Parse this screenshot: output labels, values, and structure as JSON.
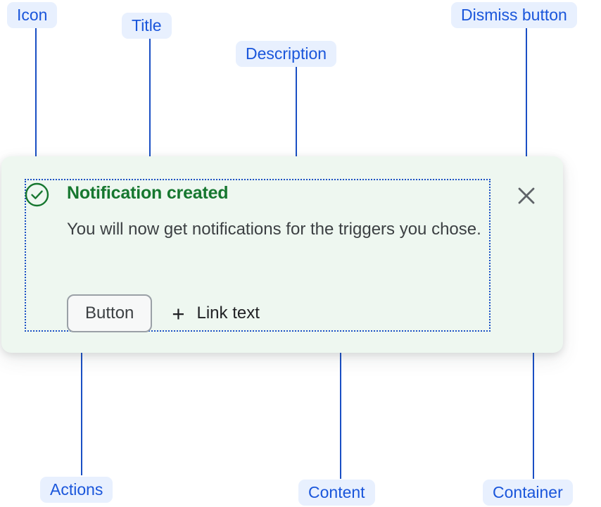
{
  "annotations": [
    {
      "key": "icon",
      "label": "Icon"
    },
    {
      "key": "title",
      "label": "Title"
    },
    {
      "key": "desc",
      "label": "Description"
    },
    {
      "key": "dismiss",
      "label": "Dismiss button"
    },
    {
      "key": "actions",
      "label": "Actions"
    },
    {
      "key": "content",
      "label": "Content"
    },
    {
      "key": "container",
      "label": "Container"
    }
  ],
  "notification": {
    "status_icon": "check-circle-icon",
    "title": "Notification created",
    "description": "You will now get notifications for the triggers you chose.",
    "button_label": "Button",
    "link_icon": "plus-icon",
    "link_label": "Link text",
    "dismiss_icon": "close-icon"
  },
  "colors": {
    "annotation_chip_bg": "#e8f0fe",
    "annotation_text": "#1a56db",
    "leader_line": "#1a4fc4",
    "card_bg": "#eef7f0",
    "title_green": "#16772f",
    "body_text": "#3c4043",
    "button_border": "#9aa0a6",
    "button_bg": "#f7f8f8",
    "dismiss_gray": "#5f6368"
  }
}
